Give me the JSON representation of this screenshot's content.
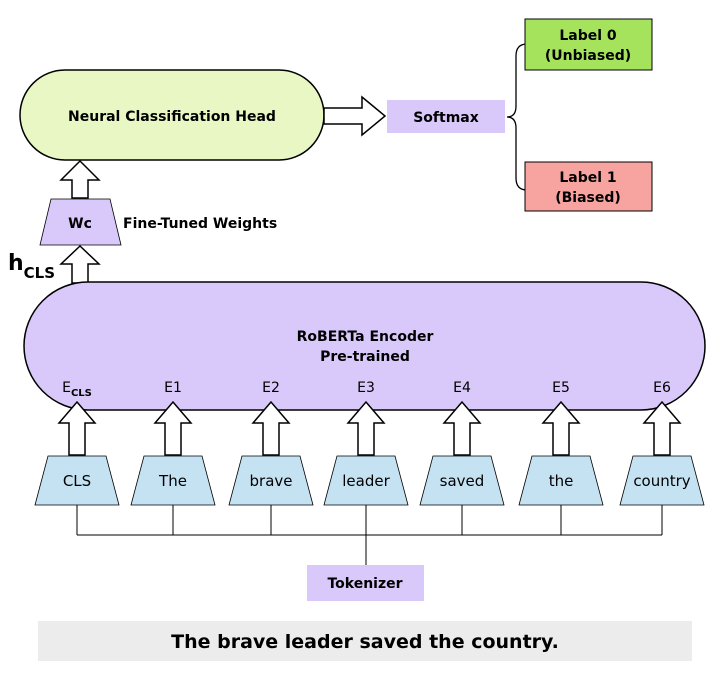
{
  "head": {
    "label": "Neural Classification Head"
  },
  "softmax": {
    "label": "Softmax"
  },
  "labels": [
    {
      "line1": "Label 0",
      "line2": "(Unbiased)",
      "color": "#a6e35c"
    },
    {
      "line1": "Label 1",
      "line2": "(Biased)",
      "color": "#f7a4a0"
    }
  ],
  "weights": {
    "box_label": "Wc",
    "caption": "Fine-Tuned Weights"
  },
  "hidden": {
    "main": "h",
    "sub": "CLS"
  },
  "encoder": {
    "title": "RoBERTa Encoder",
    "subtitle": "Pre-trained"
  },
  "embeddings": [
    {
      "main": "E",
      "sub": "CLS"
    },
    {
      "main": "E1",
      "sub": ""
    },
    {
      "main": "E2",
      "sub": ""
    },
    {
      "main": "E3",
      "sub": ""
    },
    {
      "main": "E4",
      "sub": ""
    },
    {
      "main": "E5",
      "sub": ""
    },
    {
      "main": "E6",
      "sub": ""
    }
  ],
  "tokens": [
    "CLS",
    "The",
    "brave",
    "leader",
    "saved",
    "the",
    "country"
  ],
  "tokenizer": {
    "label": "Tokenizer"
  },
  "sentence": {
    "text": "The brave leader saved the country."
  },
  "colors": {
    "head_fill": "#e8f7c4",
    "purple": "#d9c8fa",
    "token_fill": "#c5e2f3",
    "sentence_bg": "#ececec"
  }
}
